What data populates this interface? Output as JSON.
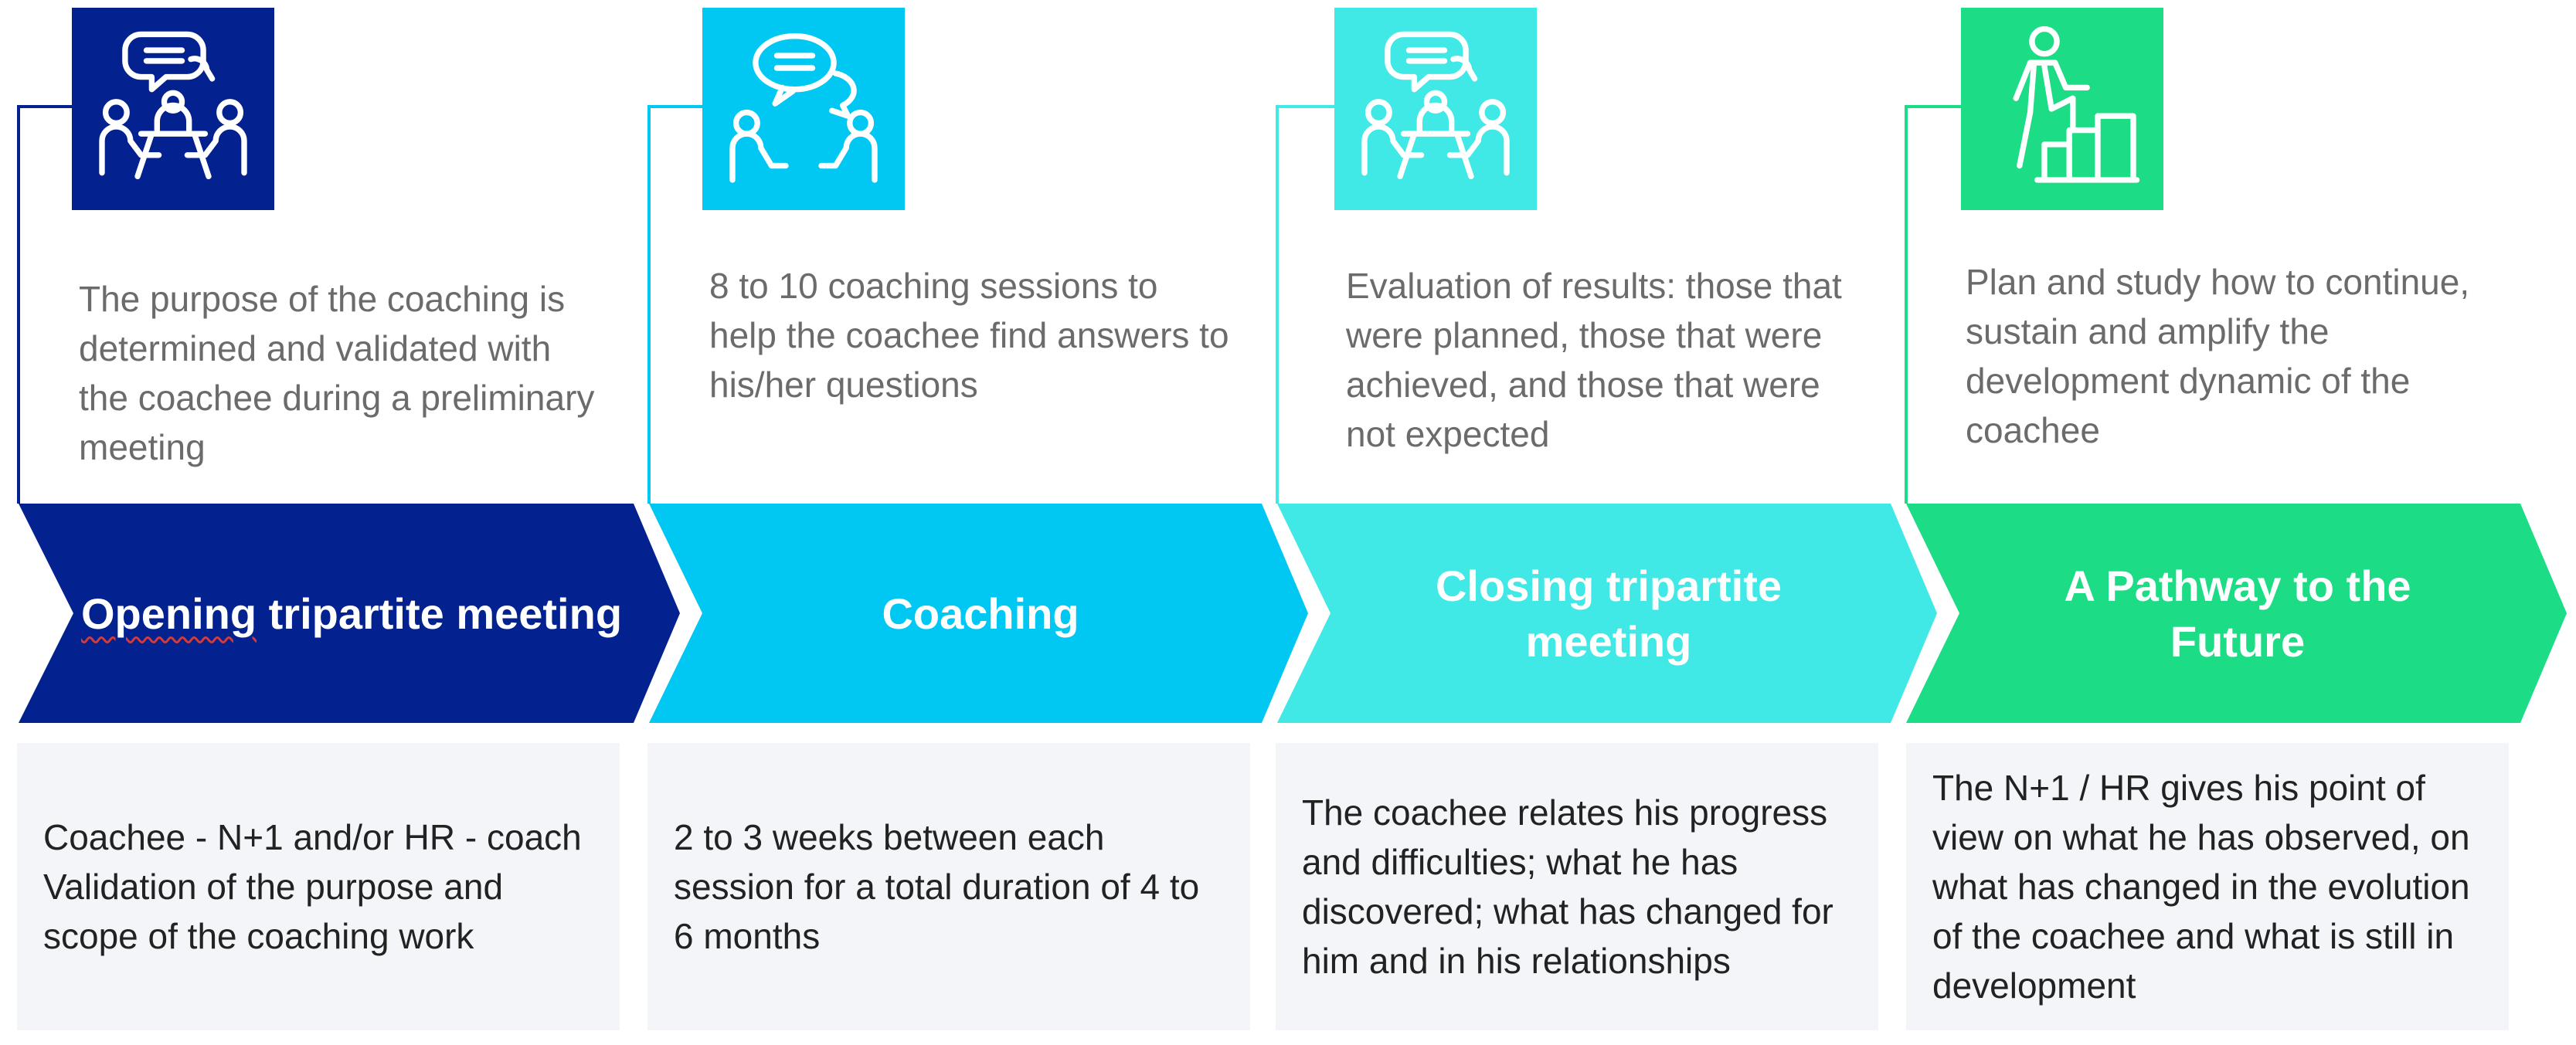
{
  "colors": {
    "step1": "#03218f",
    "step2": "#00c8f2",
    "step3": "#40e8e6",
    "step4": "#1ddc86",
    "detail_bg": "#f3f5f9",
    "desc_text": "#6b6b6b",
    "detail_text": "#222222"
  },
  "steps": [
    {
      "icon": "meeting-icon",
      "description": "The purpose of the coaching is determined and validated with the coachee during a preliminary meeting",
      "title_first": "Opening",
      "title_rest": " tripartite meeting",
      "detail": "Coachee - N+1 and/or HR - coach Validation of the purpose and scope of the coaching work"
    },
    {
      "icon": "conversation-icon",
      "description": "8 to 10 coaching sessions to help the coachee find answers to his/her questions",
      "title_first": "",
      "title_rest": "Coaching",
      "detail": "2 to 3 weeks between each session for a total duration of 4 to 6 months"
    },
    {
      "icon": "meeting-icon",
      "description": "Evaluation of results: those that were planned, those that were achieved, and those that were not expected",
      "title_first": "",
      "title_rest": "Closing tripartite meeting",
      "detail": "The coachee relates his progress and difficulties; what he has discovered; what has changed for him and in his relationships"
    },
    {
      "icon": "climbing-stairs-icon",
      "description": "Plan and study how to continue, sustain and amplify the development dynamic of the coachee",
      "title_first": "",
      "title_rest": "A Pathway to the Future",
      "detail": "The N+1 / HR gives his point of view on what he has observed, on what has changed in the evolution of the coachee and what is still in development"
    }
  ]
}
